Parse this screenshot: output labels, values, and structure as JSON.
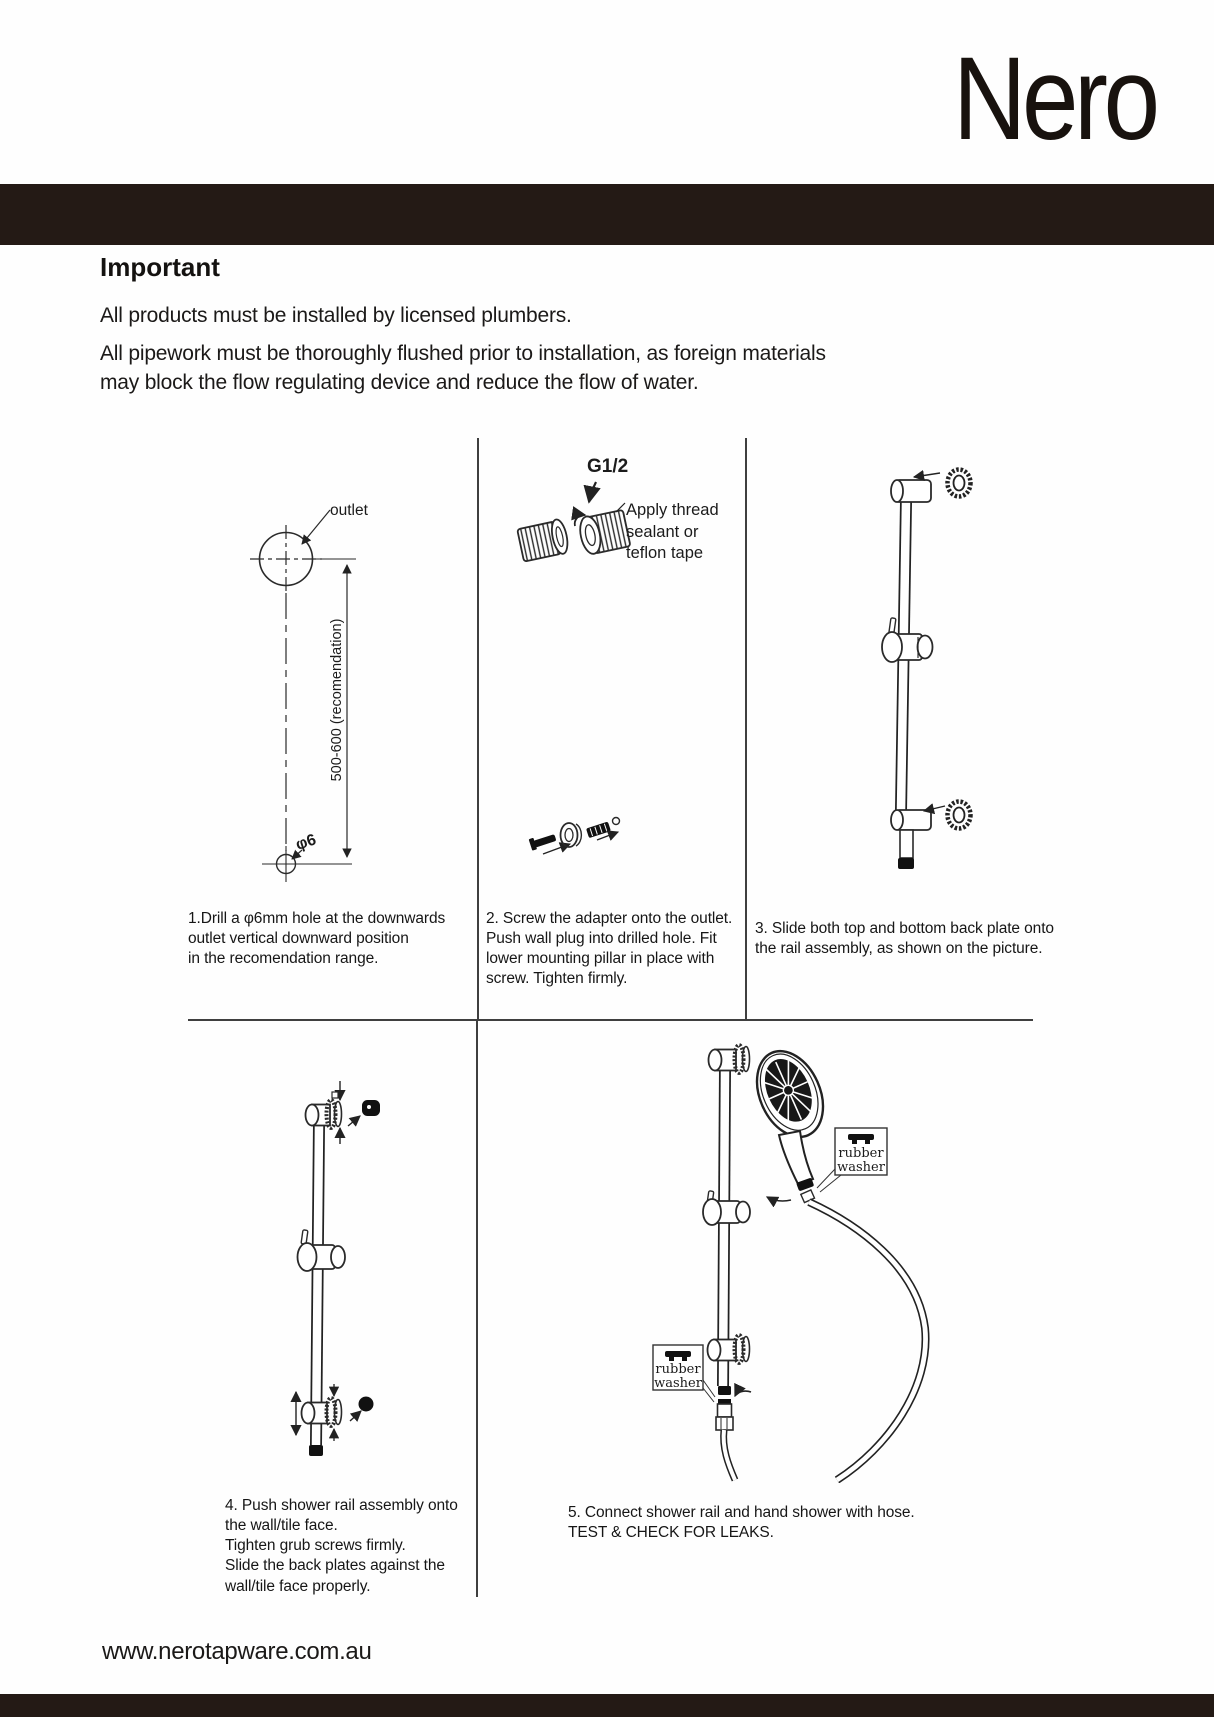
{
  "header": {
    "logo_text": "Nero"
  },
  "notice": {
    "heading": "Important",
    "paragraph1": "All products must be installed by licensed plumbers.",
    "paragraph2": "All pipework must be thoroughly flushed prior to installation, as foreign materials\nmay block the flow regulating device and reduce the flow of water."
  },
  "steps": [
    {
      "caption": "1.Drill a φ6mm hole at the downwards\noutlet vertical downward position\nin the recomendation range."
    },
    {
      "caption": "2. Screw the adapter onto the outlet.\nPush wall plug into drilled hole. Fit\nlower mounting pillar in place with\nscrew. Tighten firmly."
    },
    {
      "caption": "3. Slide both top and bottom back plate onto\nthe rail assembly, as shown on the picture."
    },
    {
      "caption": "4. Push shower rail assembly onto\nthe wall/tile face.\nTighten grub screws firmly.\nSlide the back plates against the\nwall/tile face properly."
    },
    {
      "caption": "5. Connect shower rail and hand shower with hose.\nTEST & CHECK FOR LEAKS."
    }
  ],
  "diagram_labels": {
    "outlet": "outlet",
    "dimension": "500-600 (recomendation)",
    "hole_diameter": "φ6",
    "thread_size": "G1/2",
    "sealant_line1": "Apply thread",
    "sealant_line2": "sealant or",
    "sealant_line3": "teflon tape",
    "washer_line1": "rubber",
    "washer_line2": "washer"
  },
  "footer": {
    "website": "www.nerotapware.com.au"
  },
  "colors": {
    "band": "#241a15",
    "ink": "#1b1b1b",
    "paper": "#fefefe"
  }
}
